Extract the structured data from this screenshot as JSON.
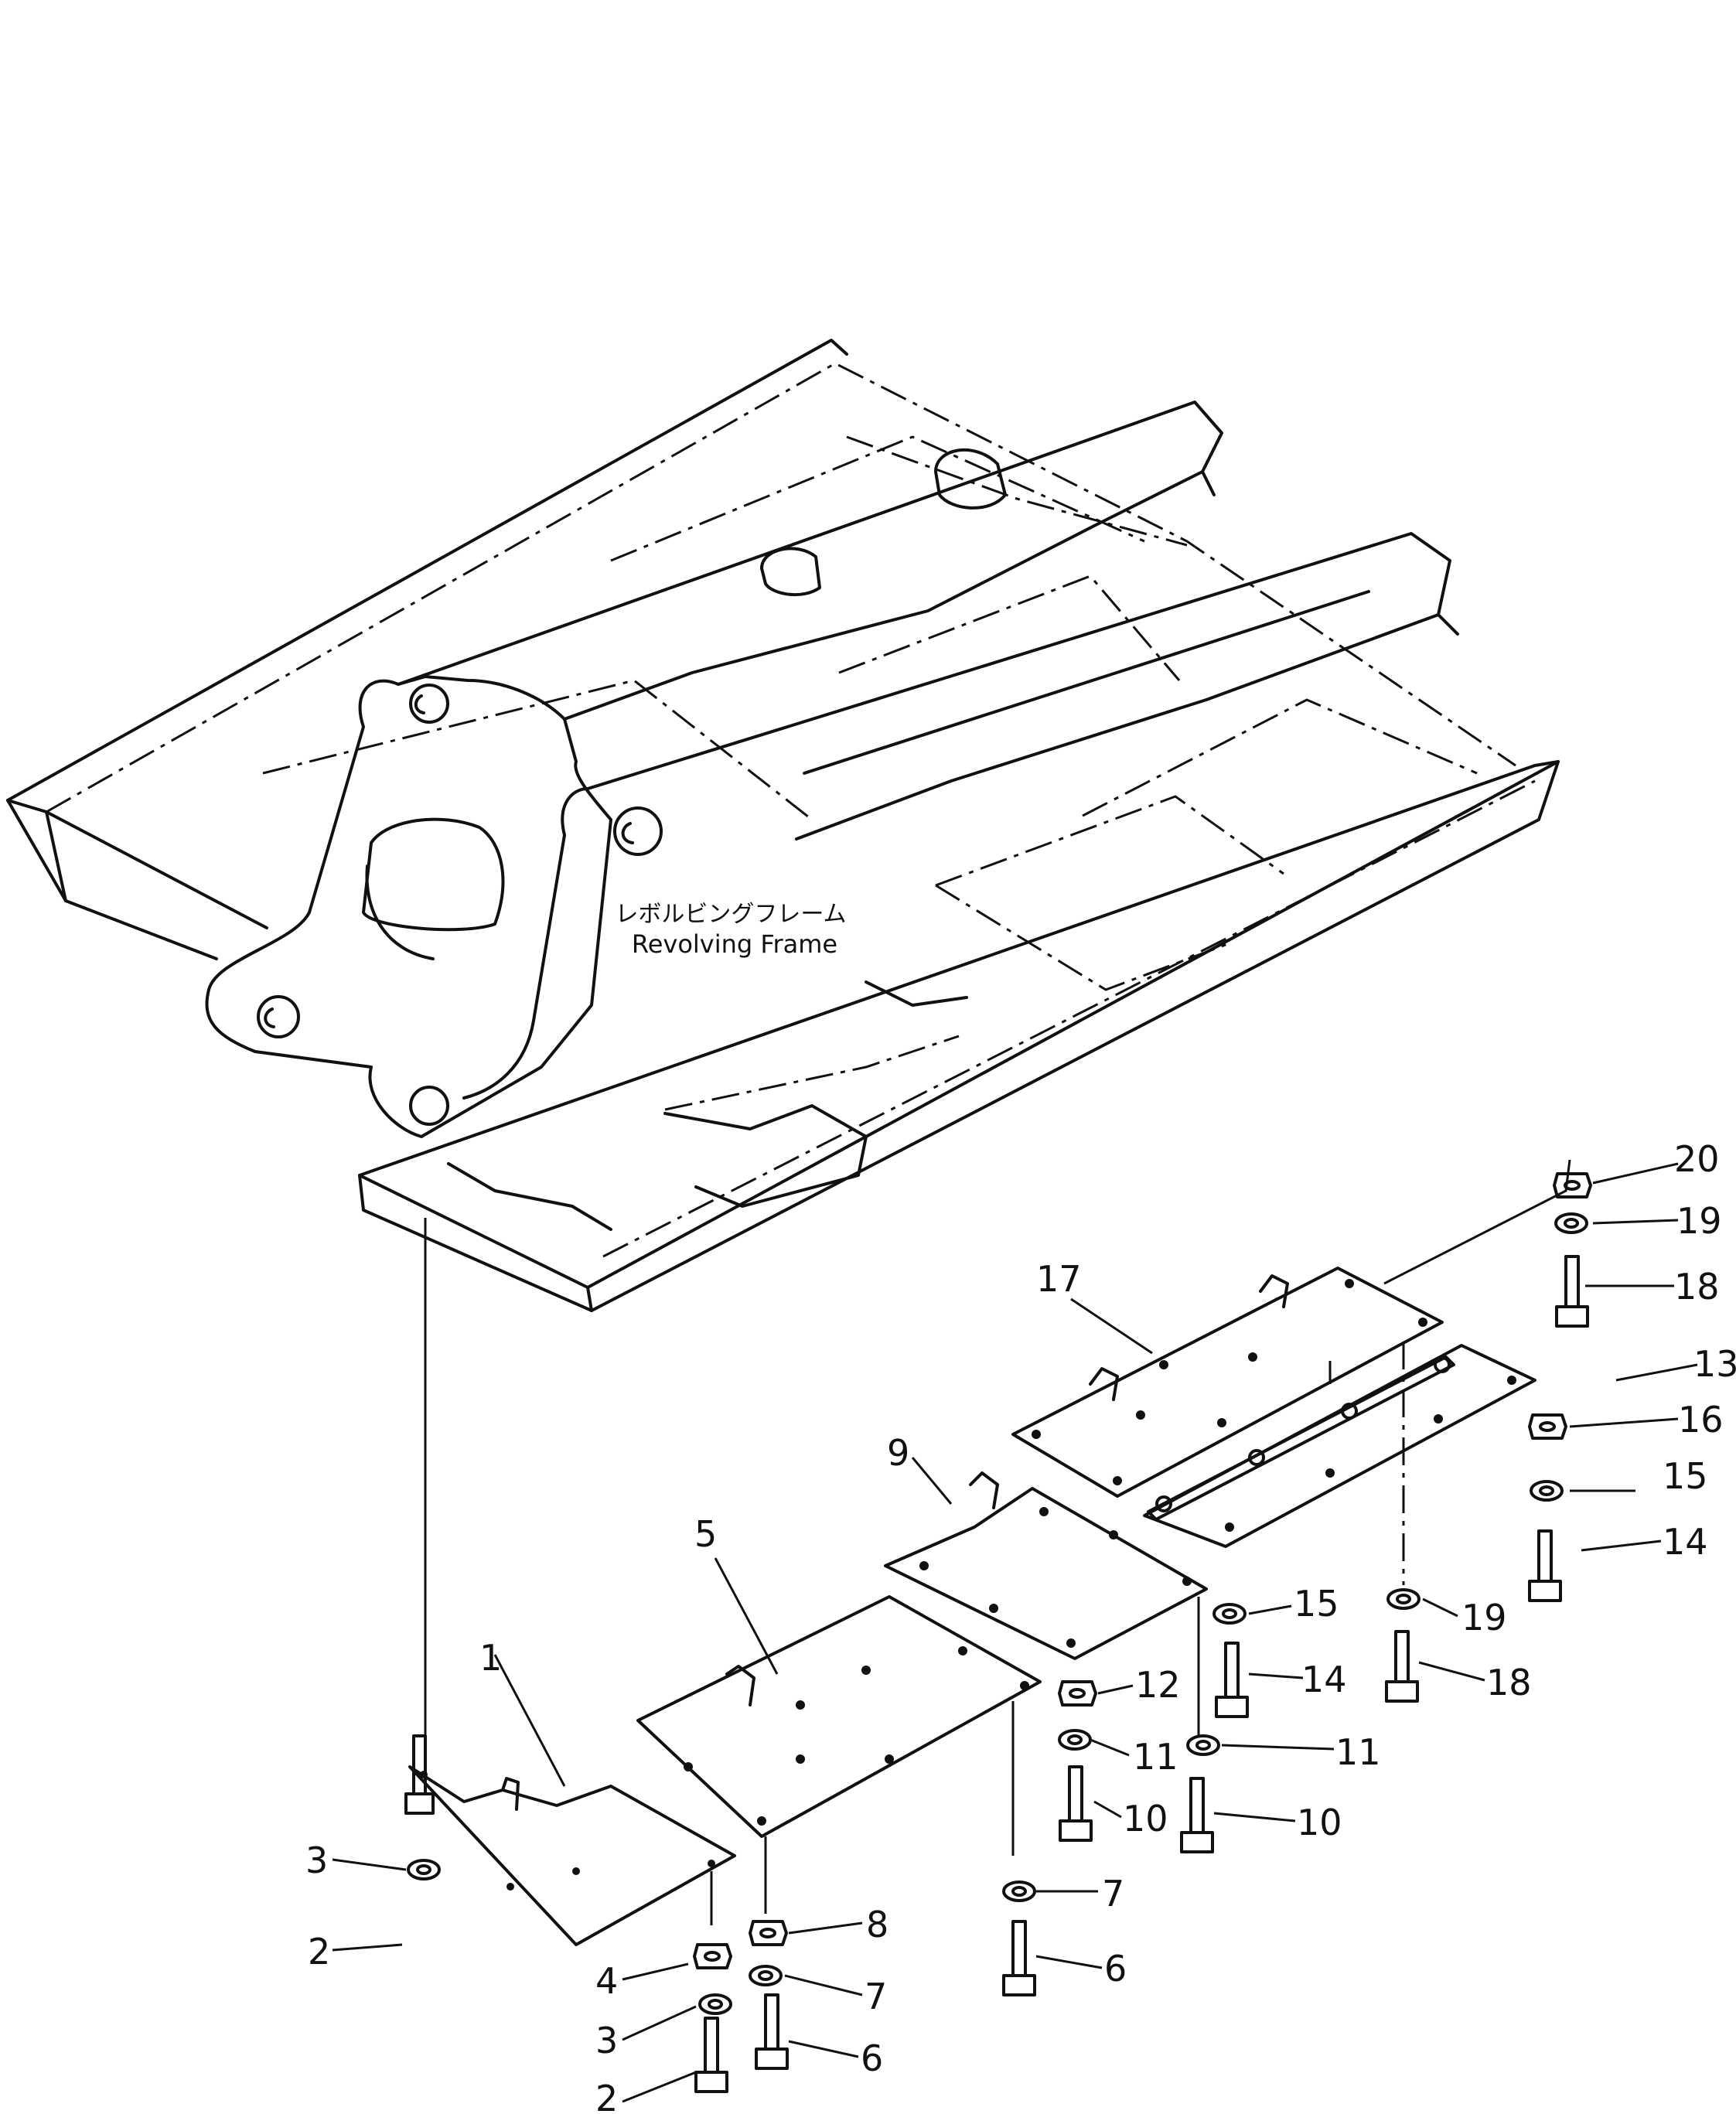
{
  "frame_label": {
    "ja": "レボルビングフレーム",
    "en": "Revolving Frame"
  },
  "callouts": [
    {
      "id": "c20",
      "label": "20"
    },
    {
      "id": "c19a",
      "label": "19"
    },
    {
      "id": "c18a",
      "label": "18"
    },
    {
      "id": "c17",
      "label": "17"
    },
    {
      "id": "c13",
      "label": "13"
    },
    {
      "id": "c16",
      "label": "16"
    },
    {
      "id": "c15a",
      "label": "15"
    },
    {
      "id": "c14a",
      "label": "14"
    },
    {
      "id": "c9",
      "label": "9"
    },
    {
      "id": "c15b",
      "label": "15"
    },
    {
      "id": "c19b",
      "label": "19"
    },
    {
      "id": "c14b",
      "label": "14"
    },
    {
      "id": "c18b",
      "label": "18"
    },
    {
      "id": "c5",
      "label": "5"
    },
    {
      "id": "c12",
      "label": "12"
    },
    {
      "id": "c11a",
      "label": "11"
    },
    {
      "id": "c11b",
      "label": "11"
    },
    {
      "id": "c1",
      "label": "1"
    },
    {
      "id": "c10a",
      "label": "10"
    },
    {
      "id": "c10b",
      "label": "10"
    },
    {
      "id": "c3a",
      "label": "3"
    },
    {
      "id": "c7a",
      "label": "7"
    },
    {
      "id": "c8",
      "label": "8"
    },
    {
      "id": "c2a",
      "label": "2"
    },
    {
      "id": "c6a",
      "label": "6"
    },
    {
      "id": "c4",
      "label": "4"
    },
    {
      "id": "c7b",
      "label": "7"
    },
    {
      "id": "c3b",
      "label": "3"
    },
    {
      "id": "c6b",
      "label": "6"
    },
    {
      "id": "c2b",
      "label": "2"
    }
  ]
}
